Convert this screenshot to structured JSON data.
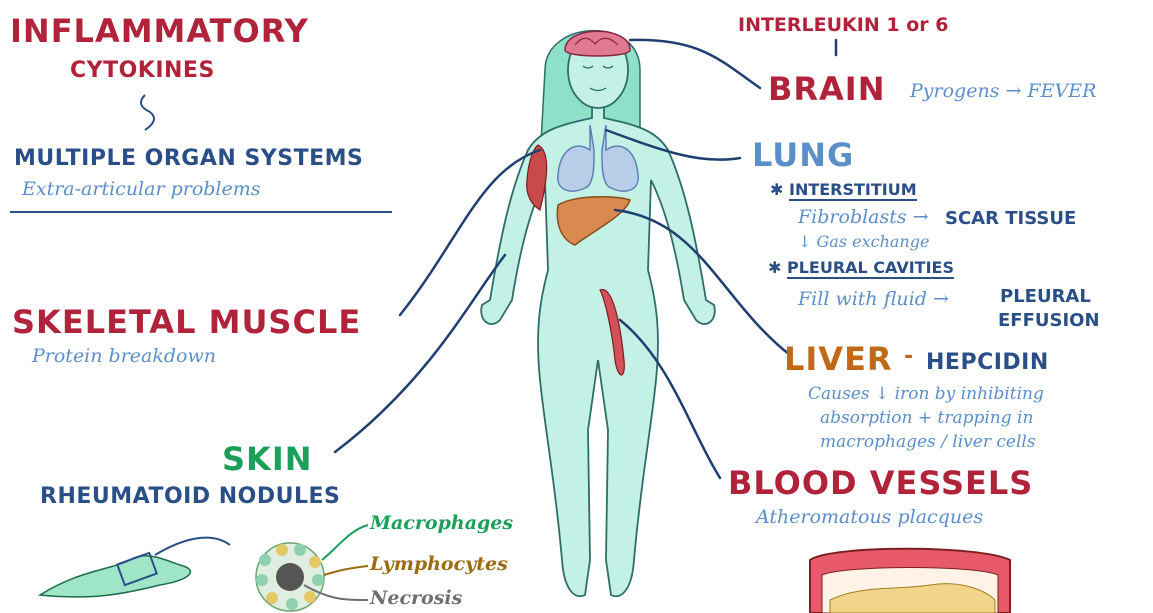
{
  "header": {
    "title_line1": "INFLAMMATORY",
    "title_line2": "CYTOKINES",
    "organ_systems": "MULTIPLE ORGAN SYSTEMS",
    "extra_articular": "Extra-articular problems"
  },
  "interleukin": "INTERLEUKIN 1 or 6",
  "brain": {
    "label": "BRAIN",
    "detail": "Pyrogens → FEVER"
  },
  "lung": {
    "label": "LUNG",
    "interstitium": "INTERSTITIUM",
    "fibroblasts": "Fibroblasts →",
    "scar_tissue": "SCAR TISSUE",
    "gas_exchange": "↓ Gas exchange",
    "pleural_cavities": "PLEURAL CAVITIES",
    "fill_fluid": "Fill with fluid →",
    "pleural_effusion_1": "PLEURAL",
    "pleural_effusion_2": "EFFUSION"
  },
  "skeletal_muscle": {
    "label": "SKELETAL MUSCLE",
    "detail": "Protein breakdown"
  },
  "liver": {
    "label": "LIVER",
    "dash": "-",
    "hepcidin": "HEPCIDIN",
    "detail_1": "Causes ↓ iron by inhibiting",
    "detail_2": "absorption + trapping in",
    "detail_3": "macrophages / liver cells"
  },
  "skin": {
    "label": "SKIN",
    "nodules": "RHEUMATOID NODULES"
  },
  "nodule_parts": {
    "macrophages": "Macrophages",
    "lymphocytes": "Lymphocytes",
    "necrosis": "Necrosis"
  },
  "blood_vessels": {
    "label": "BLOOD VESSELS",
    "detail": "Atheromatous placques"
  },
  "colors": {
    "red": "#b0233a",
    "navy": "#2a4f86",
    "blue": "#5b8fc8",
    "orange": "#c06a18",
    "green": "#1aa05a",
    "body": "#bfeee4"
  }
}
